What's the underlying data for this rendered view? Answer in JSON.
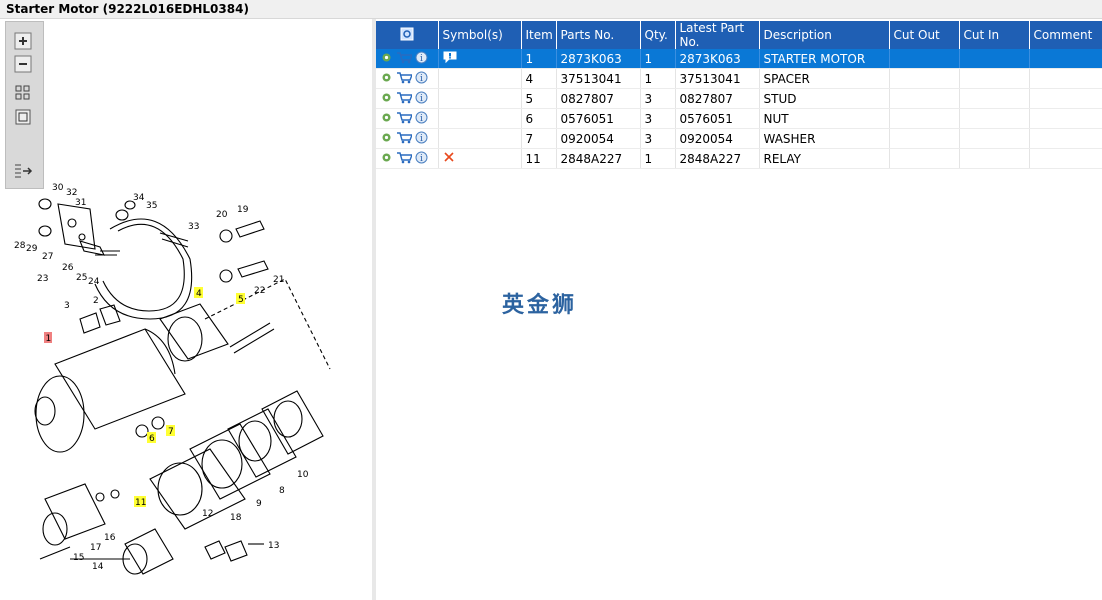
{
  "window": {
    "title": "Starter Motor (9222L016EDHL0384)"
  },
  "zoom_tools": {
    "zoom_in": "zoom-in-icon",
    "zoom_out": "zoom-out-icon",
    "fit_all": "fit-all-icon",
    "actual_size": "actual-size-icon",
    "list_toggle": "list-toggle-icon"
  },
  "diagram": {
    "callouts": [
      "30",
      "32",
      "31",
      "34",
      "35",
      "33",
      "20",
      "19",
      "28",
      "29",
      "27",
      "26",
      "25",
      "24",
      "23",
      "21",
      "22",
      "4",
      "3",
      "2",
      "5",
      "1",
      "6",
      "7",
      "10",
      "9",
      "8",
      "11",
      "12",
      "18",
      "17",
      "16",
      "15",
      "14",
      "13"
    ],
    "highlighted_yellow": [
      "4",
      "5",
      "6",
      "7",
      "11"
    ],
    "highlighted_red": [
      "1"
    ]
  },
  "table": {
    "columns": [
      "Symbol(s)",
      "Item",
      "Parts No.",
      "Qty.",
      "Latest Part No.",
      "Description",
      "Cut Out",
      "Cut In",
      "Comment"
    ],
    "rows": [
      {
        "item": "1",
        "parts_no": "2873K063",
        "qty": "1",
        "latest": "2873K063",
        "description": "STARTER MOTOR",
        "symbol": "note",
        "selected": true
      },
      {
        "item": "4",
        "parts_no": "37513041",
        "qty": "1",
        "latest": "37513041",
        "description": "SPACER",
        "symbol": ""
      },
      {
        "item": "5",
        "parts_no": "0827807",
        "qty": "3",
        "latest": "0827807",
        "description": "STUD",
        "symbol": ""
      },
      {
        "item": "6",
        "parts_no": "0576051",
        "qty": "3",
        "latest": "0576051",
        "description": "NUT",
        "symbol": ""
      },
      {
        "item": "7",
        "parts_no": "0920054",
        "qty": "3",
        "latest": "0920054",
        "description": "WASHER",
        "symbol": ""
      },
      {
        "item": "11",
        "parts_no": "2848A227",
        "qty": "1",
        "latest": "2848A227",
        "description": "RELAY",
        "symbol": "x"
      }
    ]
  },
  "watermark": "英金狮",
  "colors": {
    "header_blue": "#1f5fb4",
    "selected_row": "#0a78d6",
    "callout_yellow": "#ffff33",
    "callout_red": "#f08080"
  }
}
